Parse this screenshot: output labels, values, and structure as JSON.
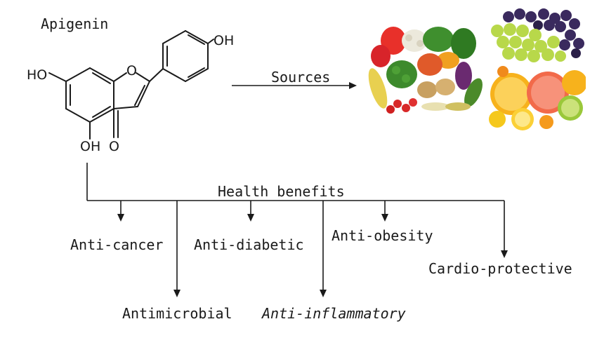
{
  "compound": {
    "name": "Apigenin",
    "atoms": {
      "oh_top": "OH",
      "ho_left": "HO",
      "ring_o": "O",
      "oh_bottom": "OH",
      "carbonyl_o": "O"
    }
  },
  "sources": {
    "label": "Sources",
    "images": [
      "vegetables-photo",
      "grapes-photo",
      "citrus-photo"
    ]
  },
  "health": {
    "label": "Health benefits",
    "benefits": [
      {
        "label": "Anti-cancer",
        "italic": false
      },
      {
        "label": "Antimicrobial",
        "italic": false
      },
      {
        "label": "Anti-diabetic",
        "italic": false
      },
      {
        "label": "Anti-inflammatory",
        "italic": true
      },
      {
        "label": "Anti-obesity",
        "italic": false
      },
      {
        "label": "Cardio-protective",
        "italic": false
      }
    ]
  },
  "colors": {
    "line": "#1a1a1a",
    "text": "#1a1a1a"
  }
}
